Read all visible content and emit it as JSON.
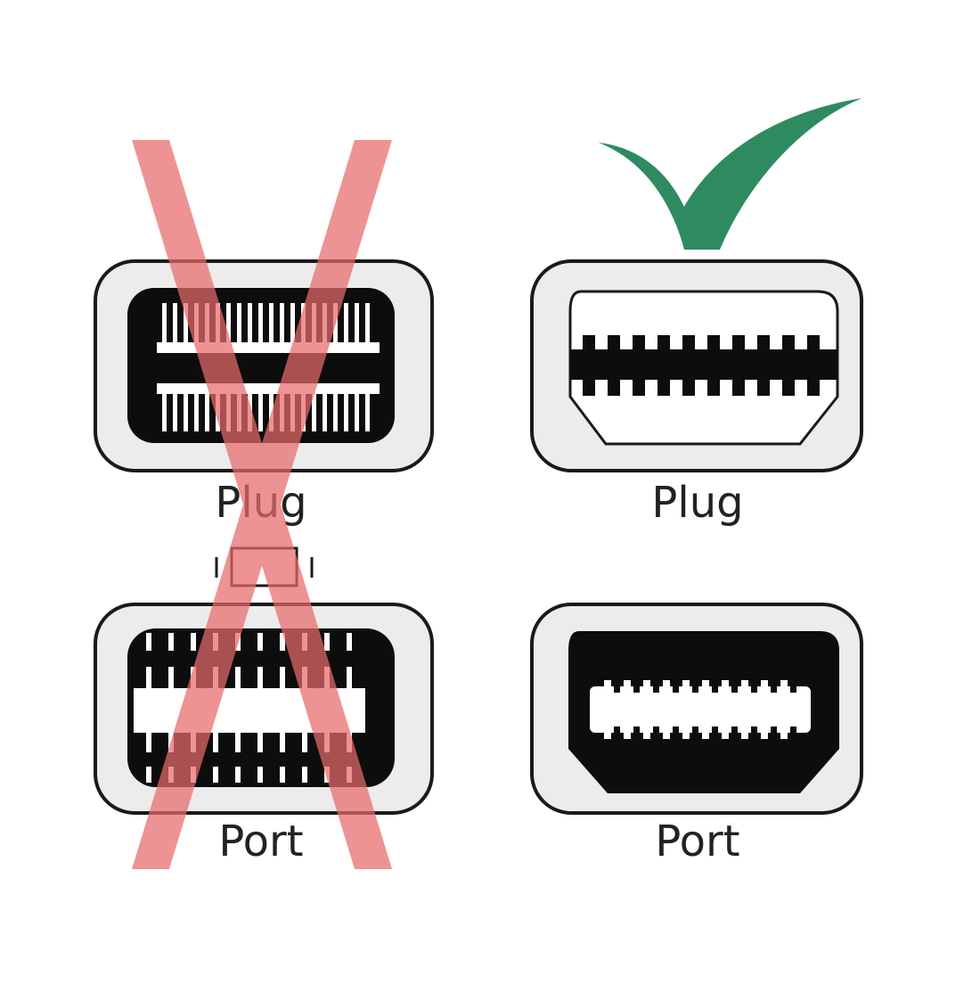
{
  "colors": {
    "outline": "#1a1a1a",
    "shell": "#ececec",
    "dark": "#0d0d0d",
    "cross": "#e86a6a",
    "check": "#2e8b60"
  },
  "labels": {
    "left_plug": "Plug",
    "right_plug": "Plug",
    "left_port": "Port",
    "right_port": "Port"
  },
  "icons": {
    "incorrect": "x-mark-icon",
    "correct": "check-mark-icon"
  }
}
